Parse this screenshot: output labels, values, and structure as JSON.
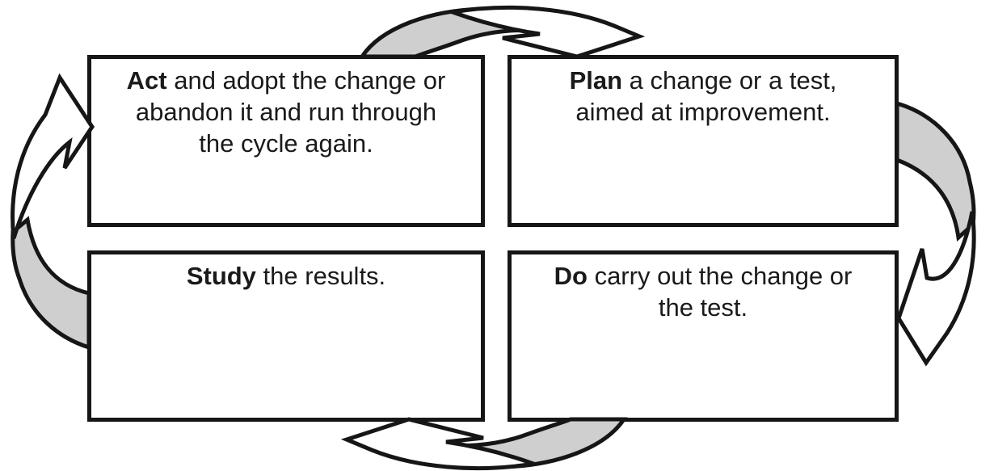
{
  "boxes": {
    "act": {
      "bold": "Act",
      "line1": " and adopt the change or",
      "line2": "abandon it and run through",
      "line3": "the cycle again."
    },
    "plan": {
      "bold": "Plan",
      "line1": " a change or a test,",
      "line2": "aimed at improvement."
    },
    "study": {
      "bold": "Study",
      "line1": " the results."
    },
    "do": {
      "bold": "Do",
      "line1": " carry out the change or",
      "line2": "the test."
    }
  },
  "arrows": [
    {
      "name": "act-to-plan",
      "from": "Act",
      "to": "Plan"
    },
    {
      "name": "plan-to-do",
      "from": "Plan",
      "to": "Do"
    },
    {
      "name": "do-to-study",
      "from": "Do",
      "to": "Study"
    },
    {
      "name": "study-to-act",
      "from": "Study",
      "to": "Act"
    }
  ],
  "colors": {
    "background": "#ffffff",
    "box_border": "#161616",
    "text": "#1a1a1a",
    "stroke": "#161616",
    "arrow_back_fill": "#cfcfcf",
    "arrow_front_fill": "#ffffff"
  }
}
